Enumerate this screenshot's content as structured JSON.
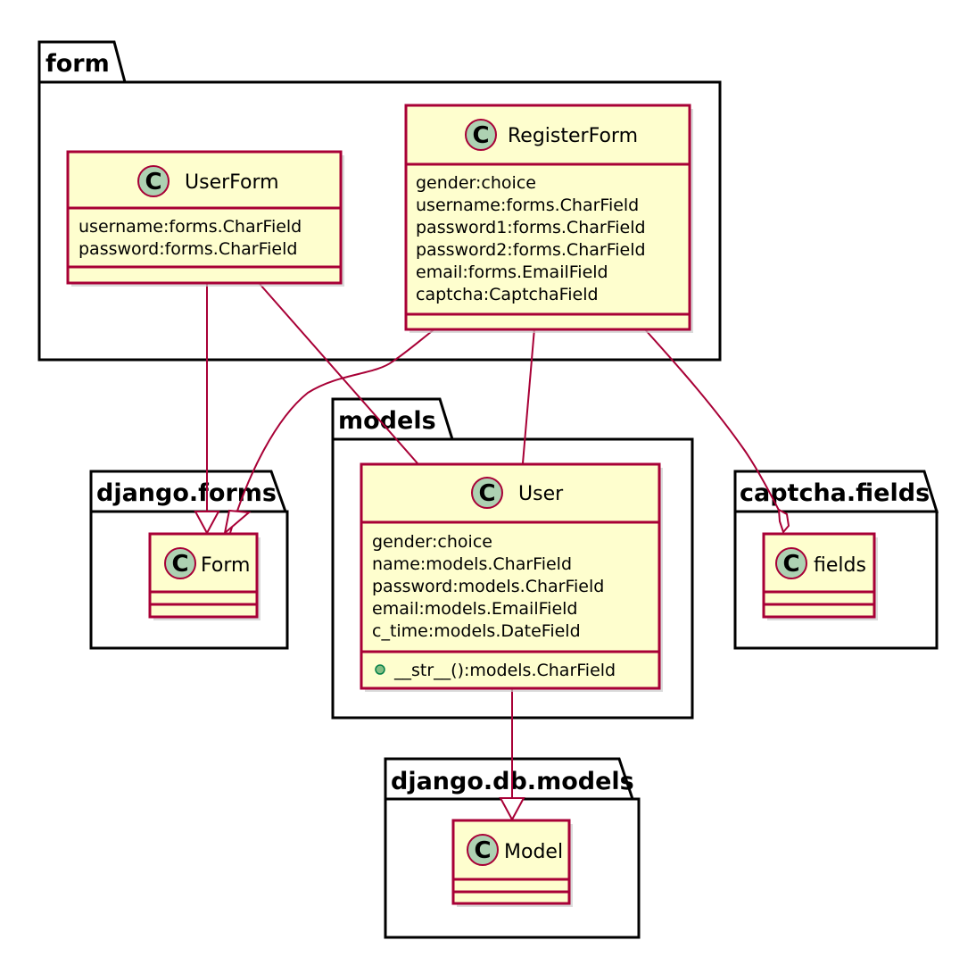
{
  "packages": {
    "form": "form",
    "models": "models",
    "django_forms": "django.forms",
    "captcha_fields": "captcha.fields",
    "django_db_models": "django.db.models"
  },
  "classes": {
    "user_form": {
      "stereotype": "C",
      "name": "UserForm",
      "attributes": [
        "username:forms.CharField",
        "password:forms.CharField"
      ]
    },
    "register_form": {
      "stereotype": "C",
      "name": "RegisterForm",
      "attributes": [
        "gender:choice",
        "username:forms.CharField",
        "password1:forms.CharField",
        "password2:forms.CharField",
        "email:forms.EmailField",
        "captcha:CaptchaField"
      ]
    },
    "user": {
      "stereotype": "C",
      "name": "User",
      "attributes": [
        "gender:choice",
        "name:models.CharField",
        "password:models.CharField",
        "email:models.EmailField",
        "c_time:models.DateField"
      ],
      "methods": [
        "__str__():models.CharField"
      ]
    },
    "form": {
      "stereotype": "C",
      "name": "Form"
    },
    "fields": {
      "stereotype": "C",
      "name": "fields"
    },
    "model": {
      "stereotype": "C",
      "name": "Model"
    }
  },
  "colors": {
    "class_fill": "#FEFECE",
    "class_border": "#A80036",
    "circle_fill": "#ADD1B2",
    "method_dot": "#84BE84"
  }
}
